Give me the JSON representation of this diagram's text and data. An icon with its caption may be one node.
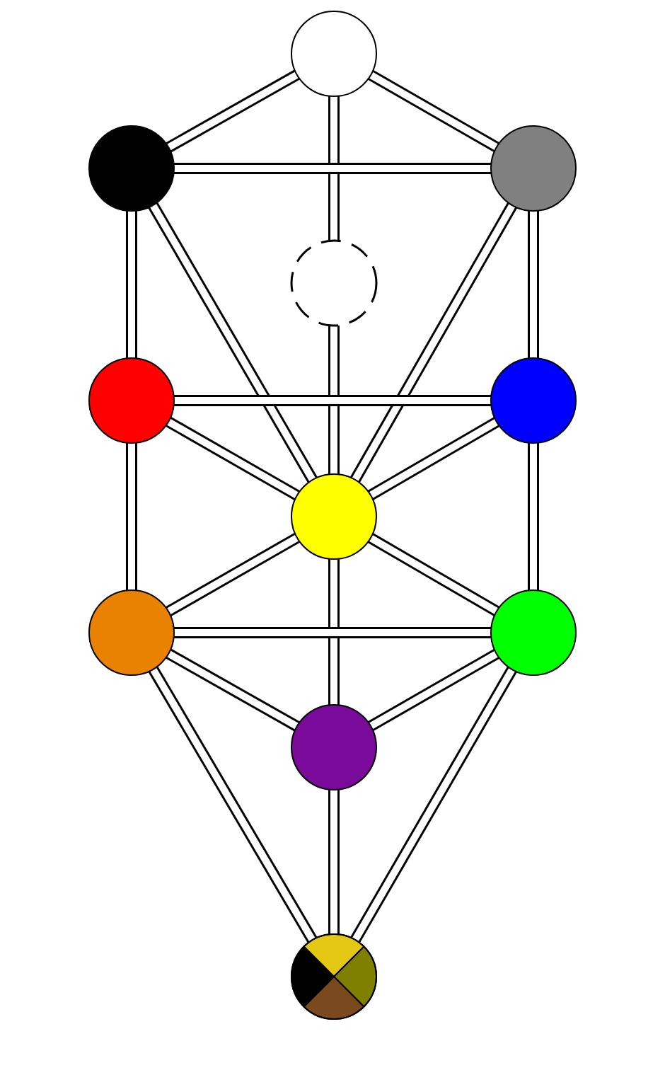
{
  "diagram": {
    "nodes": [
      {
        "text": [],
        "shape": "circle"
      },
      {
        "text": [],
        "shape": "circle"
      },
      {
        "text": [],
        "shape": "circle"
      },
      {
        "text": [],
        "shape": "circle"
      },
      {
        "text": [],
        "shape": "circle"
      },
      {
        "text": [],
        "shape": "circle"
      },
      {
        "text": [],
        "shape": "circle"
      },
      {
        "text": [],
        "shape": "circle"
      },
      {
        "text": [],
        "shape": "circle"
      },
      {
        "text": [],
        "shape": "circle"
      },
      {
        "text": [],
        "shape": "circle"
      }
    ],
    "edges": [
      {
        "from": 0,
        "to": 1,
        "arrow": "none"
      },
      {
        "from": 0,
        "to": 2,
        "arrow": "none"
      },
      {
        "from": 0,
        "to": 3,
        "arrow": "none"
      },
      {
        "from": 3,
        "to": 6,
        "arrow": "none"
      },
      {
        "from": 1,
        "to": 2,
        "arrow": "none"
      },
      {
        "from": 1,
        "to": 4,
        "arrow": "none"
      },
      {
        "from": 1,
        "to": 6,
        "arrow": "none"
      },
      {
        "from": 2,
        "to": 5,
        "arrow": "none"
      },
      {
        "from": 2,
        "to": 6,
        "arrow": "none"
      },
      {
        "from": 4,
        "to": 5,
        "arrow": "none"
      },
      {
        "from": 4,
        "to": 6,
        "arrow": "none"
      },
      {
        "from": 5,
        "to": 6,
        "arrow": "none"
      },
      {
        "from": 4,
        "to": 7,
        "arrow": "none"
      },
      {
        "from": 5,
        "to": 8,
        "arrow": "none"
      },
      {
        "from": 6,
        "to": 7,
        "arrow": "none"
      },
      {
        "from": 6,
        "to": 8,
        "arrow": "none"
      },
      {
        "from": 6,
        "to": 9,
        "arrow": "none"
      },
      {
        "from": 7,
        "to": 8,
        "arrow": "none"
      },
      {
        "from": 7,
        "to": 9,
        "arrow": "none"
      },
      {
        "from": 8,
        "to": 9,
        "arrow": "none"
      },
      {
        "from": 7,
        "to": 10,
        "arrow": "none"
      },
      {
        "from": 8,
        "to": 10,
        "arrow": "none"
      },
      {
        "from": 9,
        "to": 10,
        "arrow": "none"
      }
    ]
  }
}
